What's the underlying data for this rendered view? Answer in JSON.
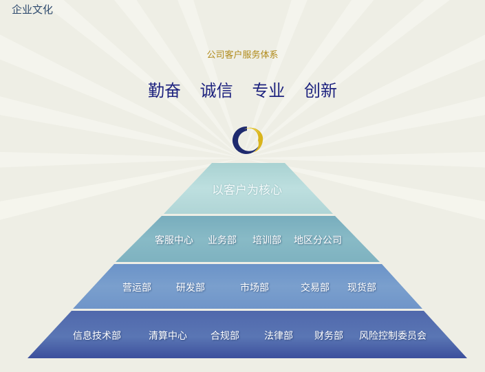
{
  "page": {
    "title": "企业文化"
  },
  "diagram": {
    "subtitle": "公司客户服务体系",
    "values": [
      "勤奋",
      "诚信",
      "专业",
      "创新"
    ],
    "logo_icon": "ring-logo-icon",
    "colors": {
      "background": "#eeeee5",
      "title": "#2e4a6e",
      "subtitle": "#b08a1a",
      "values": "#1e237f",
      "logo_navy": "#1e2a6e",
      "logo_gold": "#d9b41c",
      "tier1": "#b9dcdc",
      "tier2": "#86b8c4",
      "tier3": "#789dcc",
      "tier4": "#5470b0"
    },
    "tiers": [
      {
        "level": 1,
        "items": [
          "以客户为核心"
        ]
      },
      {
        "level": 2,
        "items": [
          "客服中心",
          "业务部",
          "培训部",
          "地区分公司"
        ]
      },
      {
        "level": 3,
        "items": [
          "营运部",
          "研发部",
          "市场部",
          "交易部",
          "现货部"
        ]
      },
      {
        "level": 4,
        "items": [
          "信息技术部",
          "清算中心",
          "合规部",
          "法律部",
          "财务部",
          "风险控制委员会"
        ]
      }
    ]
  }
}
